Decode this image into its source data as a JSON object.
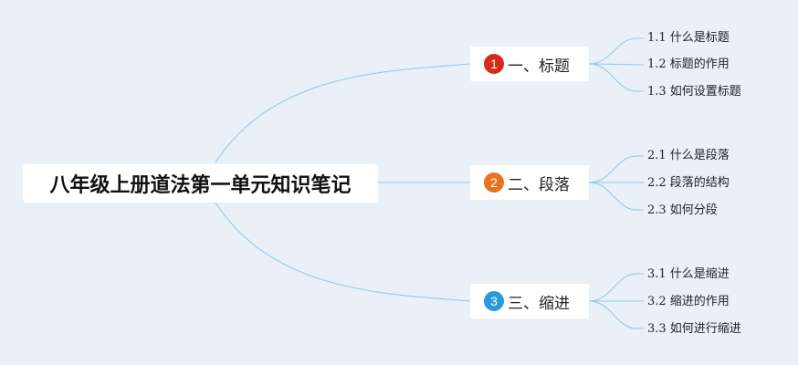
{
  "mindmap": {
    "root": {
      "title": "八年级上册道法第一单元知识笔记"
    },
    "branches": [
      {
        "number": "1",
        "label": "一、标题",
        "badge_color": "#d62a1c",
        "children": [
          "1.1 什么是标题",
          "1.2 标题的作用",
          "1.3 如何设置标题"
        ]
      },
      {
        "number": "2",
        "label": "二、段落",
        "badge_color": "#e6731f",
        "children": [
          "2.1 什么是段落",
          "2.2 段落的结构",
          "2.3 如何分段"
        ]
      },
      {
        "number": "3",
        "label": "三、缩进",
        "badge_color": "#2a9ad8",
        "children": [
          "3.1 什么是缩进",
          "3.2 缩进的作用",
          "3.3 如何进行缩进"
        ]
      }
    ],
    "colors": {
      "background": "#e9f0f8",
      "connector": "#8ec6ea",
      "node_fill": "#ffffff"
    }
  }
}
